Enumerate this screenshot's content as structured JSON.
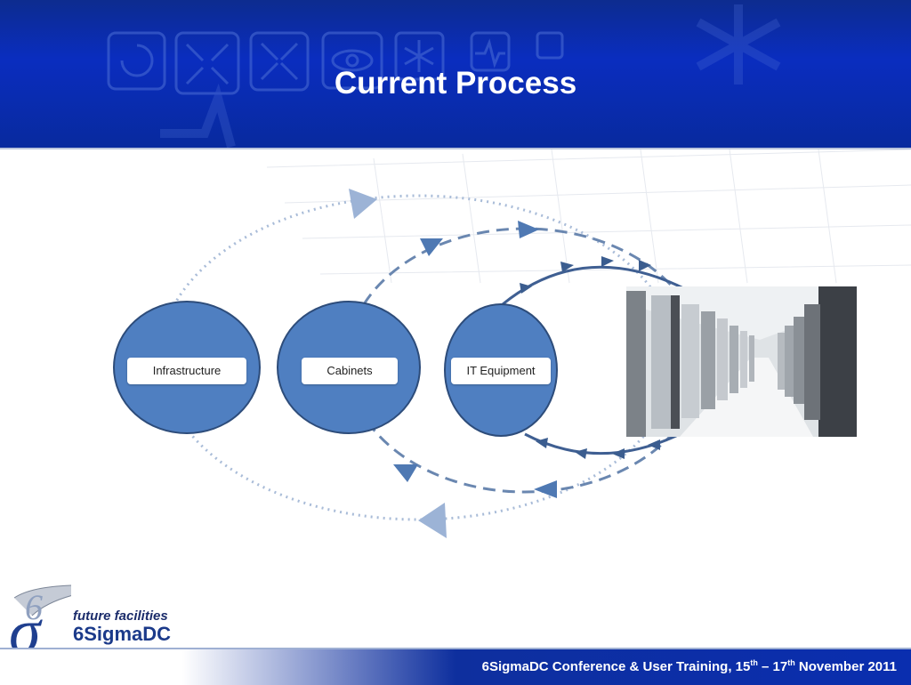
{
  "slide": {
    "title": "Current Process"
  },
  "diagram": {
    "nodes": [
      {
        "label": "Infrastructure"
      },
      {
        "label": "Cabinets"
      },
      {
        "label": "IT Equipment"
      }
    ],
    "photo_description_icon": "data-center-server-aisle-photo"
  },
  "logo": {
    "tagline": "future facilities",
    "name": "6SigmaDC"
  },
  "footer": {
    "prefix": "6SigmaDC Conference & User Training, 15",
    "sup1": "th",
    "middle": " – 17",
    "sup2": "th",
    "suffix": " November 2011"
  },
  "colors": {
    "header_blue": "#0a2dbf",
    "node_fill": "#4f7fc1",
    "node_stroke": "#2d4c7a",
    "arrow_dark": "#3b5d8f",
    "arrow_light": "#9cb3d6"
  }
}
